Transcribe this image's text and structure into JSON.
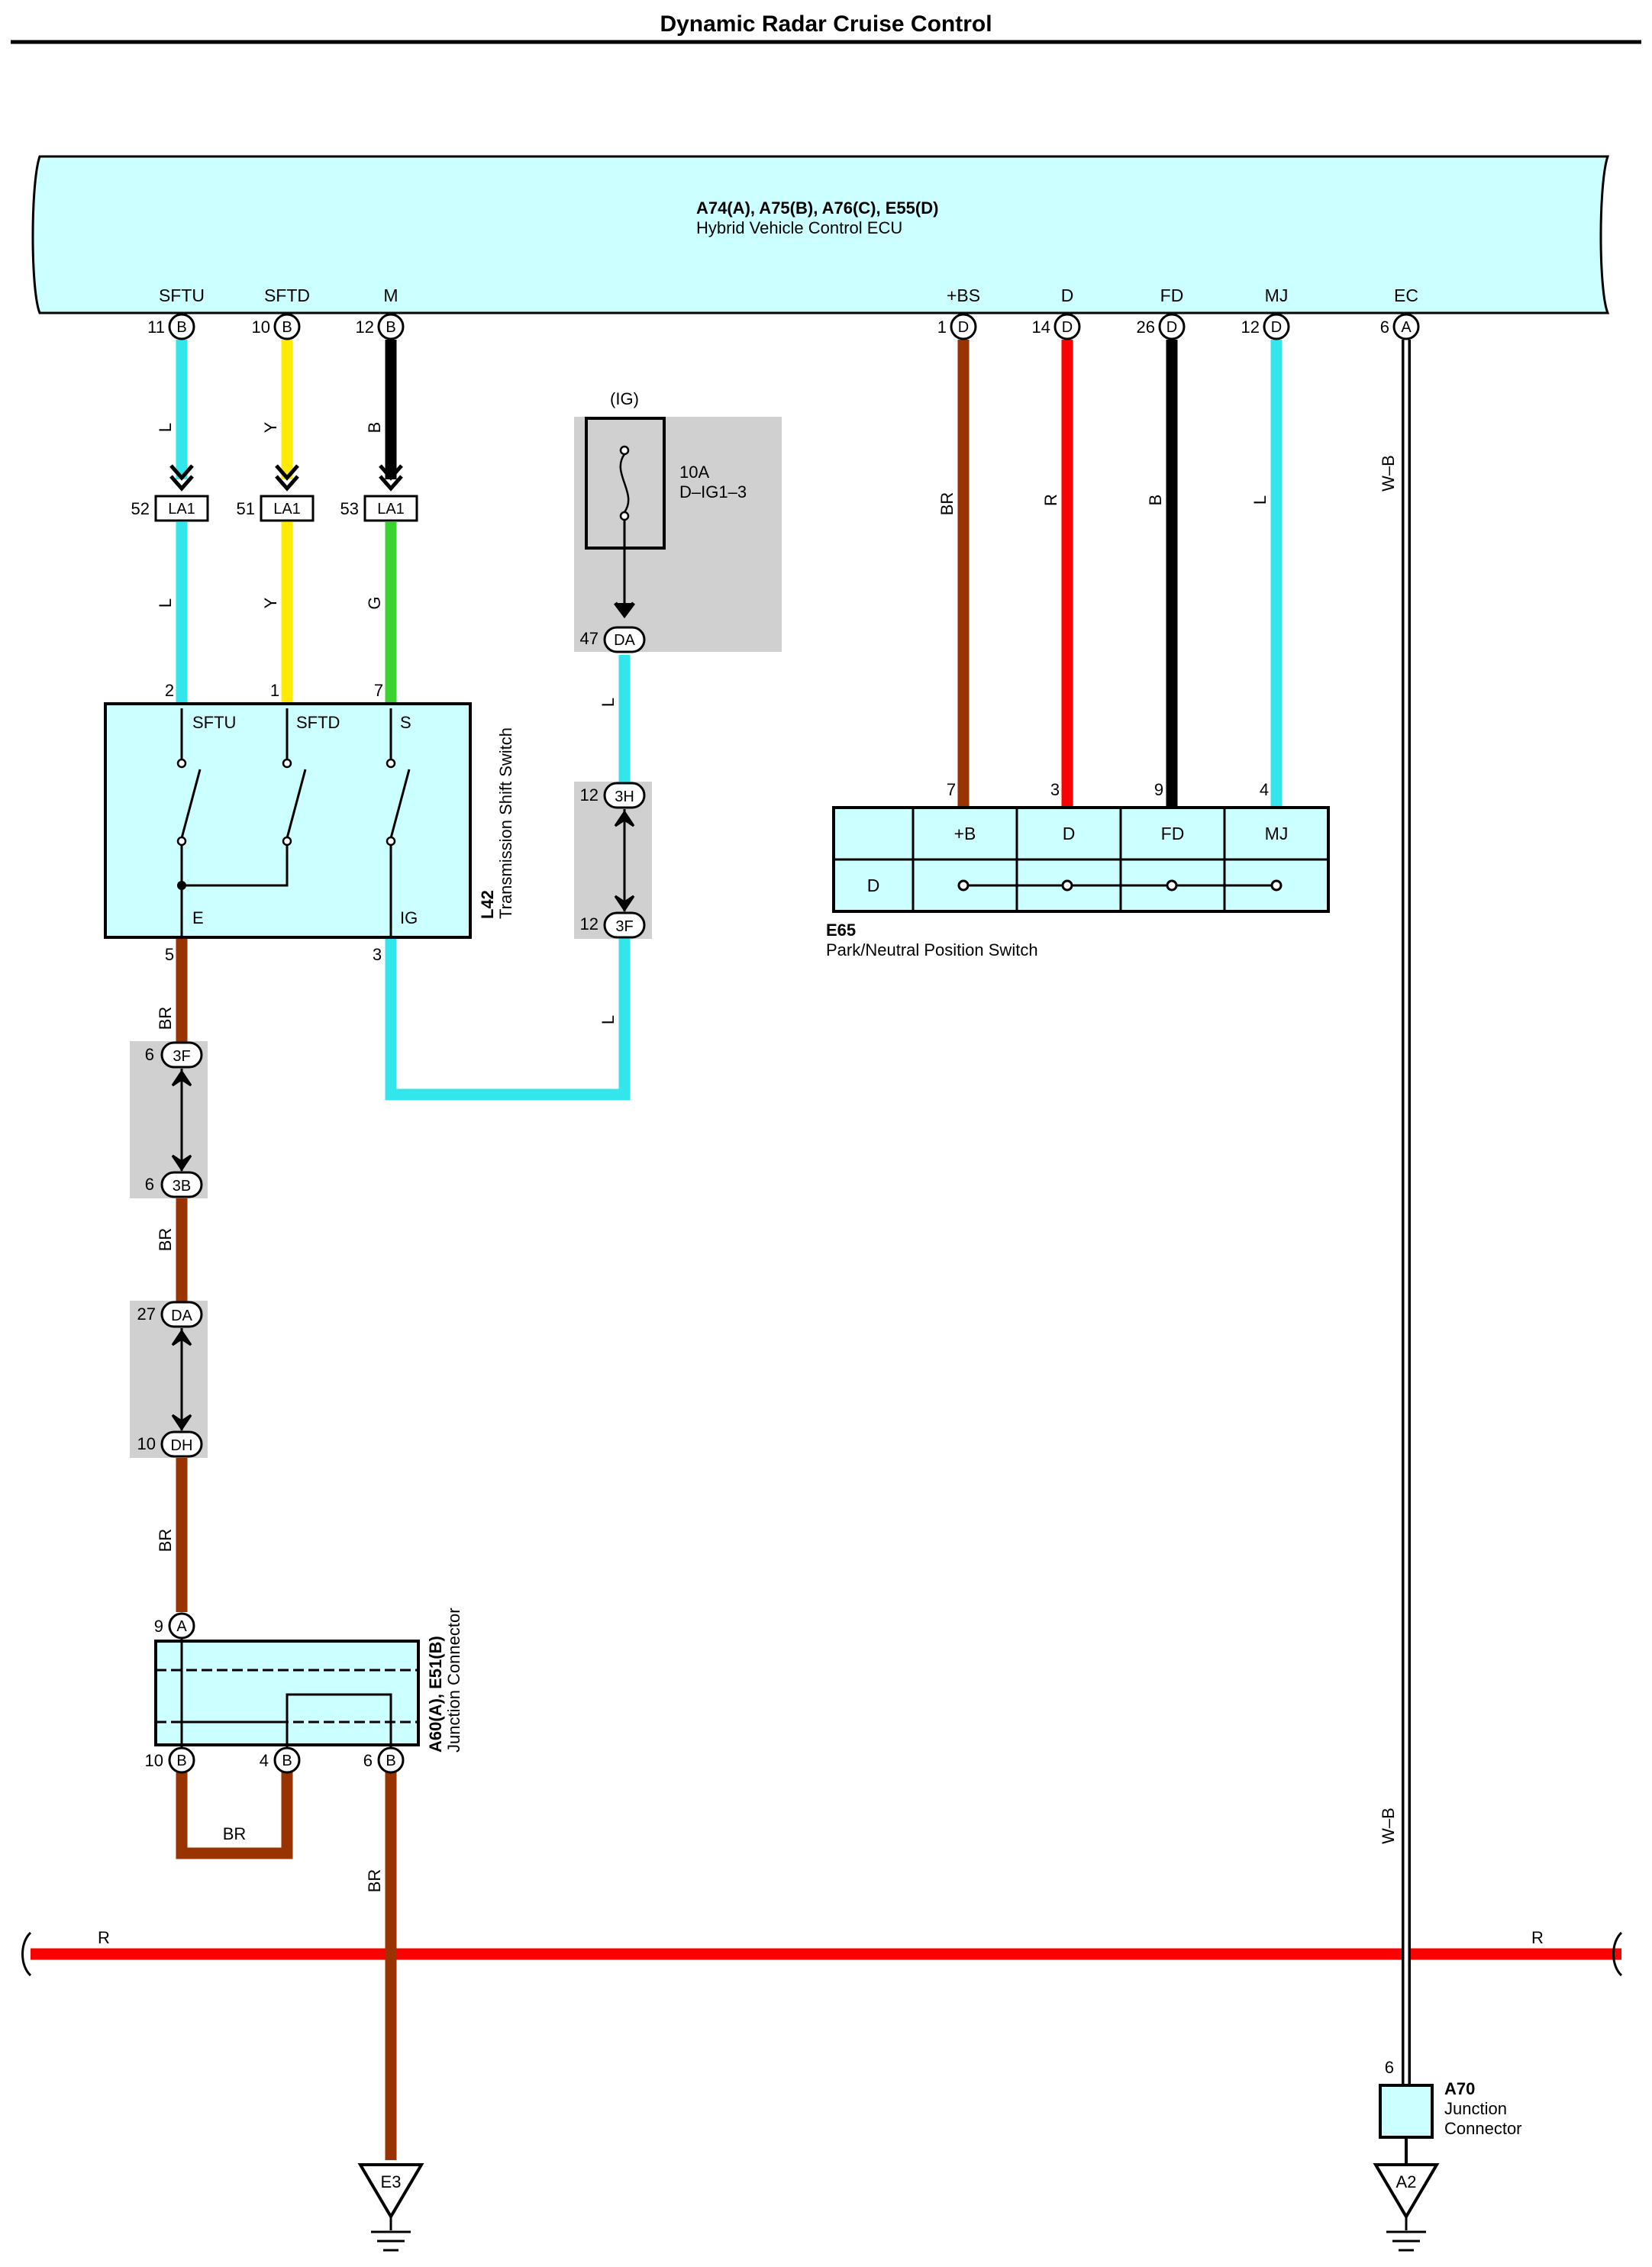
{
  "title": "Dynamic Radar Cruise Control",
  "colors": {
    "component_fill": "#ccffff",
    "shade": "#d0d0d0",
    "L": "#33e6ec",
    "Y": "#ffea00",
    "B": "#000000",
    "G": "#3dd12f",
    "BR": "#993300",
    "R": "#ff0000",
    "W": "#ffffff"
  },
  "ecu": {
    "code": "A74(A), A75(B), A76(C), E55(D)",
    "name": "Hybrid Vehicle Control ECU",
    "terminals": [
      {
        "name": "SFTU",
        "pin": "11",
        "conn": "B",
        "wire": "L"
      },
      {
        "name": "SFTD",
        "pin": "10",
        "conn": "B",
        "wire": "Y"
      },
      {
        "name": "M",
        "pin": "12",
        "conn": "B",
        "wire": "B"
      },
      {
        "name": "+BS",
        "pin": "1",
        "conn": "D",
        "wire": "BR"
      },
      {
        "name": "D",
        "pin": "14",
        "conn": "D",
        "wire": "R"
      },
      {
        "name": "FD",
        "pin": "26",
        "conn": "D",
        "wire": "B"
      },
      {
        "name": "MJ",
        "pin": "12",
        "conn": "D",
        "wire": "L"
      },
      {
        "name": "EC",
        "pin": "6",
        "conn": "A",
        "wire": "W–B"
      }
    ]
  },
  "la1": {
    "label": "LA1",
    "pins": [
      "52",
      "51",
      "53"
    ],
    "wires_below": [
      "L",
      "Y",
      "G"
    ]
  },
  "fuse": {
    "supply": "(IG)",
    "rating": "10A",
    "name": "D–IG1–3",
    "out_pin": "47",
    "out_conn": "DA",
    "wire": "L"
  },
  "ig_route": {
    "upper_pin": "12",
    "upper_conn": "3H",
    "lower_pin": "12",
    "lower_conn": "3F",
    "wire": "L"
  },
  "shift_switch": {
    "code": "L42",
    "name": "Transmission Shift Switch",
    "pins_top": [
      "2",
      "1",
      "7"
    ],
    "labels_top": [
      "SFTU",
      "SFTD",
      "S"
    ],
    "pin_e": "5",
    "label_e": "E",
    "pin_ig": "3",
    "label_ig": "IG"
  },
  "br_route": {
    "wire": "BR",
    "pair1": {
      "top_pin": "6",
      "top_conn": "3F",
      "bottom_pin": "6",
      "bottom_conn": "3B"
    },
    "pair2": {
      "top_pin": "27",
      "top_conn": "DA",
      "bottom_pin": "10",
      "bottom_conn": "DH"
    }
  },
  "pn_switch": {
    "code": "E65",
    "name": "Park/Neutral Position Switch",
    "pins": [
      "7",
      "3",
      "9",
      "4"
    ],
    "headers": [
      "+B",
      "D",
      "FD",
      "MJ"
    ],
    "row_label": "D"
  },
  "junction": {
    "code": "A60(A), E51(B)",
    "name": "Junction Connector",
    "in_pin": "9",
    "in_conn": "A",
    "out": [
      {
        "pin": "10",
        "conn": "B"
      },
      {
        "pin": "4",
        "conn": "B"
      },
      {
        "pin": "6",
        "conn": "B"
      }
    ],
    "loop_wire": "BR",
    "out_wire": "BR"
  },
  "r_line": {
    "left_label": "R",
    "right_label": "R"
  },
  "a70": {
    "code": "A70",
    "name_line1": "Junction",
    "name_line2": "Connector",
    "pin": "6"
  },
  "grounds": {
    "left": "E3",
    "right": "A2"
  }
}
